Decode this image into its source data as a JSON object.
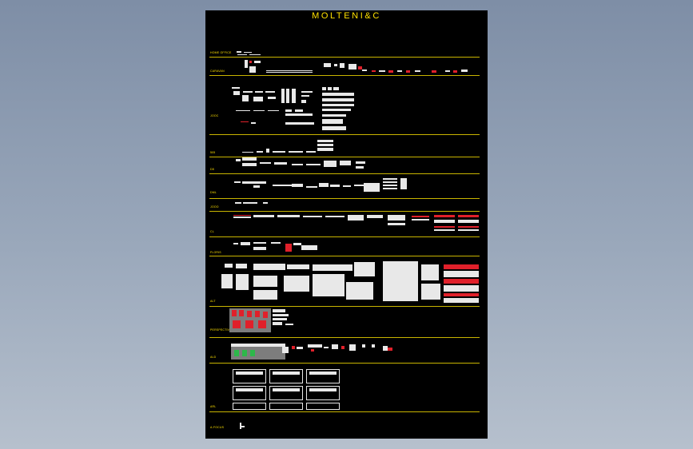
{
  "app": {
    "title": "MOLTENI&C"
  },
  "sections": [
    {
      "id": "s1",
      "label": "HOME OFFICE"
    },
    {
      "id": "s2",
      "label": "CARAVAN"
    },
    {
      "id": "s3",
      "label": "JOOC"
    },
    {
      "id": "s4",
      "label": "505"
    },
    {
      "id": "s5",
      "label": "D8"
    },
    {
      "id": "s6",
      "label": "DML"
    },
    {
      "id": "s7",
      "label": "JOOO"
    },
    {
      "id": "s8",
      "label": "CL"
    },
    {
      "id": "s9",
      "label": "FLORIS"
    },
    {
      "id": "s10",
      "label": "ALT"
    },
    {
      "id": "s11",
      "label": "PERSPECTIV"
    },
    {
      "id": "s12",
      "label": "ALD"
    },
    {
      "id": "s13",
      "label": "ARL"
    },
    {
      "id": "s14",
      "label": "A-FOCUS"
    }
  ],
  "colors": {
    "background_top": "#7e8ea6",
    "background_bottom": "#b6c0cd",
    "sheet": "#000000",
    "title": "#ffe100",
    "rules": "#c8b400",
    "drawing_white": "#e8e8e8",
    "drawing_red": "#e0202a",
    "drawing_green": "#2db84a"
  }
}
